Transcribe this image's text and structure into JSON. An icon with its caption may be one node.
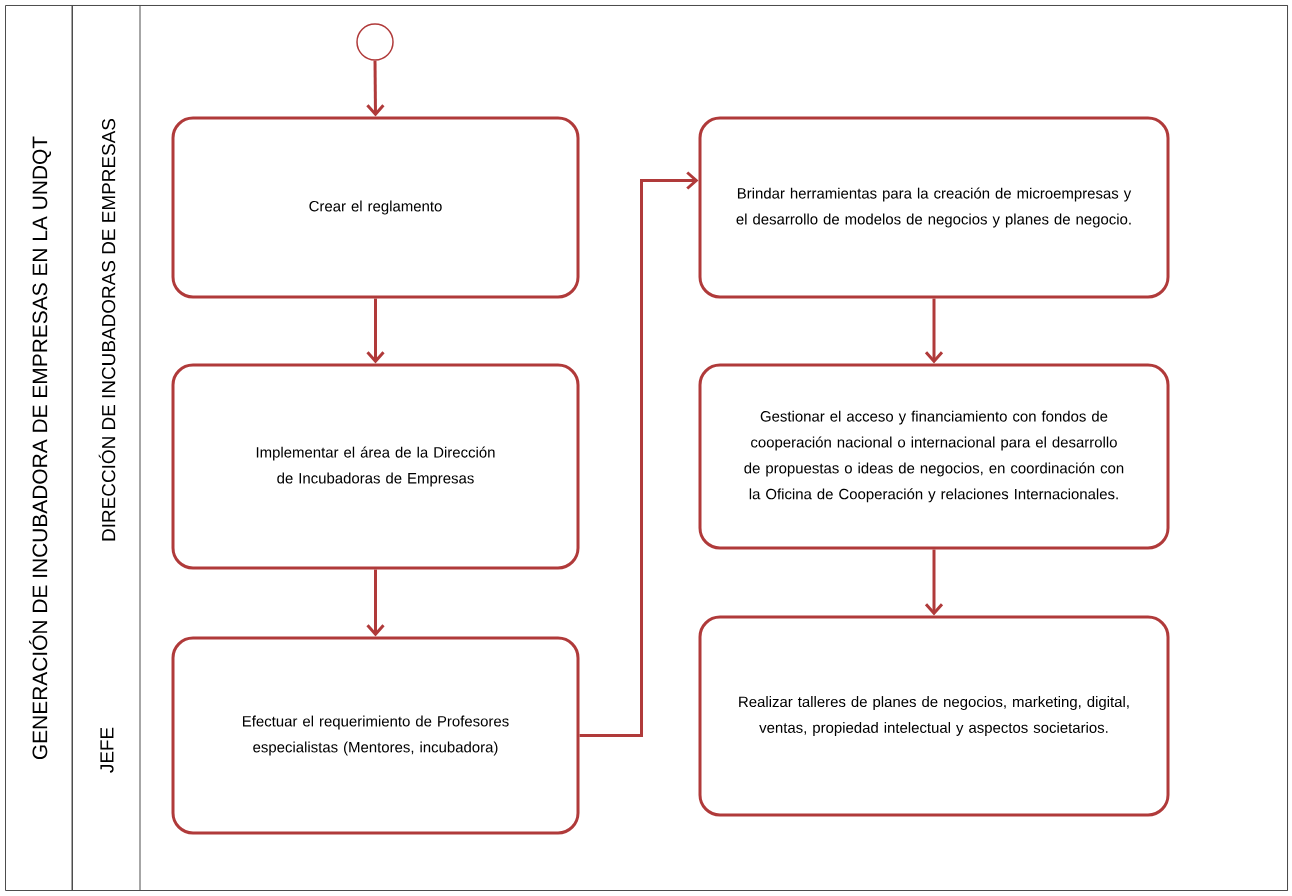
{
  "diagram": {
    "nodes": [
      {
        "text": [
          "GENERACIÓN DE INCUBADORA DE EMPRESAS EN LA UNDQT"
        ]
      },
      {
        "text": [
          "JEFE",
          "DIRECCIÓN DE INCUBADORAS DE EMPRESAS"
        ],
        "in": 0
      },
      {
        "text": [],
        "shape": "circle",
        "in": 1
      },
      {
        "text": [
          "Crear el reglamento"
        ],
        "in": 1
      },
      {
        "text": [
          "Implementar el área de la Dirección de Incubadoras de Empresas"
        ],
        "in": 1
      },
      {
        "text": [
          "Efectuar el requerimiento de Profesores especialistas (Mentores, incubadora)"
        ],
        "in": 1
      },
      {
        "text": [
          "Brindar herramientas para la creación de microempresas y el desarrollo de modelos de negocios y planes de negocio."
        ],
        "in": 1
      },
      {
        "text": [
          "Gestionar el acceso y financiamiento con fondos de cooperación nacional o internacional para el desarrollo de propuestas o ideas de negocios, en coordinación con la Oficina de Cooperación y relaciones Internacionales."
        ],
        "in": 1
      },
      {
        "text": [
          "Realizar talleres de planes de negocios, marketing, digital, ventas, propiedad intelectual y aspectos societarios."
        ],
        "in": 1
      }
    ],
    "edges": [
      {
        "from": 2,
        "to": 3,
        "arrow": "to"
      },
      {
        "from": 3,
        "to": 4,
        "arrow": "to"
      },
      {
        "from": 4,
        "to": 5,
        "arrow": "to"
      },
      {
        "from": 5,
        "to": 6,
        "arrow": "to"
      },
      {
        "from": 6,
        "to": 7,
        "arrow": "to"
      },
      {
        "from": 7,
        "to": 8,
        "arrow": "to"
      }
    ]
  }
}
